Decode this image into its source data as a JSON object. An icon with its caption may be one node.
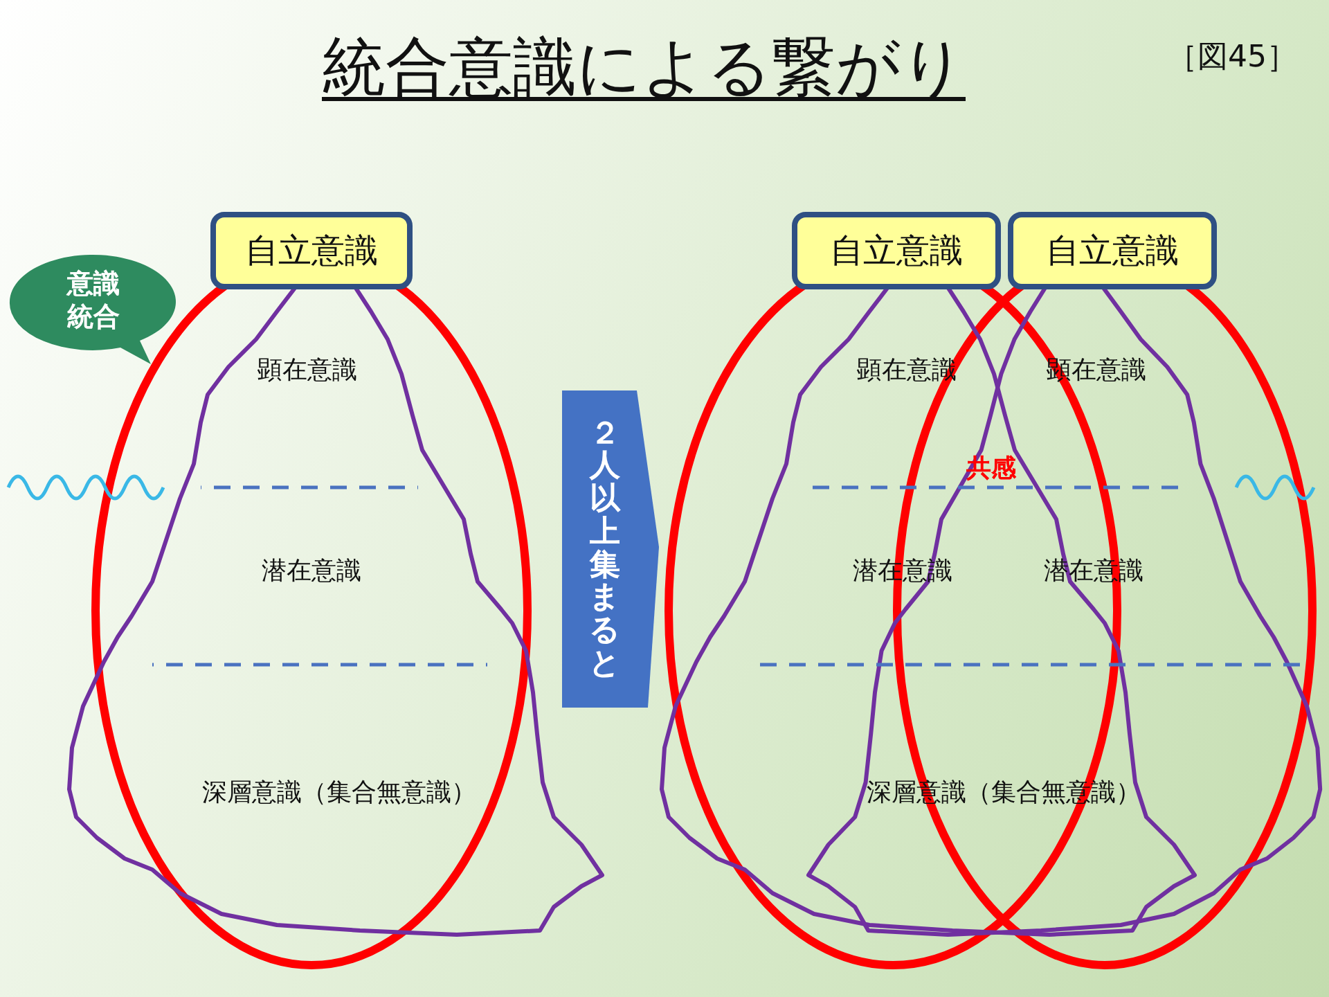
{
  "diagram": {
    "title": "統合意識による繋がり",
    "nodes": [
      {
        "text": [
          "自立意識"
        ]
      },
      {
        "text": [
          "意識統合"
        ]
      },
      {
        "text": [
          "２人以上集まると"
        ]
      },
      {
        "text": [
          "自立意識"
        ]
      },
      {
        "text": [
          "自立意識"
        ]
      }
    ],
    "labels": [
      "［図45］",
      "顕在意識",
      "顕在意識",
      "顕在意識",
      "共感",
      "潜在意識",
      "潜在意識",
      "潜在意識",
      "深層意識（集合無意識）",
      "深層意識（集合無意識）"
    ]
  }
}
